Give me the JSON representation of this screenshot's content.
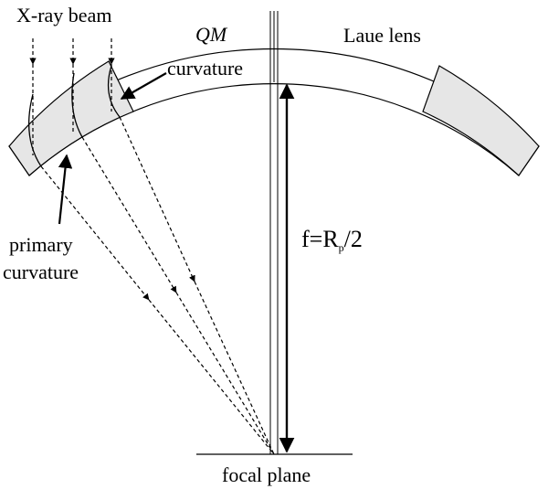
{
  "labels": {
    "xray_beam": "X-ray beam",
    "qm": "QM",
    "qm_curvature": "curvature",
    "laue_lens": "Laue lens",
    "focal_length_prefix": "f=R",
    "focal_length_sub": "p",
    "focal_length_suffix": "/2",
    "primary_curvature_line1": "primary",
    "primary_curvature_line2": "curvature",
    "focal_plane": "focal plane"
  },
  "colors": {
    "ink": "#000000",
    "crystal_fill": "#e6e6e6",
    "background": "#ffffff"
  }
}
